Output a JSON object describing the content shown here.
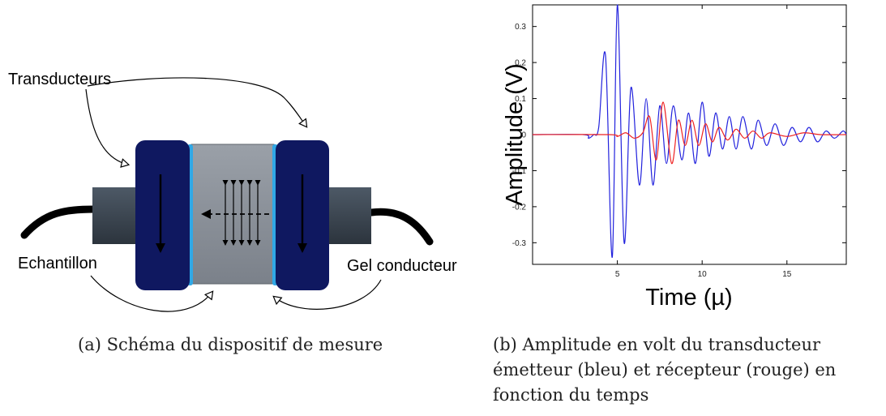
{
  "figure": {
    "diagram": {
      "labels": {
        "transducteurs": "Transducteurs",
        "echantillon": "Echantillon",
        "gel": "Gel conducteur"
      },
      "colors": {
        "transducer": "#0f1860",
        "sample": "#8a9098",
        "gel": "#30a8e6",
        "cable_housing": "#3a4450"
      }
    },
    "chart_data": {
      "type": "line",
      "title": "",
      "xlabel": "Time (µ)",
      "ylabel": "Amplitude (V)",
      "xlim": [
        0,
        18.5
      ],
      "ylim": [
        -0.36,
        0.36
      ],
      "x_ticks": [
        5,
        10,
        15
      ],
      "y_ticks": [
        0.3,
        0.2,
        0.1,
        0,
        -0.1,
        -0.2,
        -0.3
      ],
      "grid": false,
      "series": [
        {
          "name": "émetteur (bleu)",
          "color": "#2222dd",
          "x": [
            0.0,
            3.0,
            3.3,
            3.6,
            3.9,
            4.3,
            4.7,
            5.0,
            5.4,
            5.8,
            6.3,
            6.7,
            7.1,
            7.5,
            7.9,
            8.3,
            8.8,
            9.2,
            9.6,
            10.0,
            10.4,
            10.8,
            11.2,
            11.6,
            12.0,
            12.4,
            12.9,
            13.3,
            13.8,
            14.3,
            14.8,
            15.3,
            15.8,
            16.3,
            16.8,
            17.3,
            17.8,
            18.3,
            18.5
          ],
          "y": [
            0.0,
            0.0,
            -0.01,
            0.0,
            0.02,
            0.22,
            -0.34,
            0.36,
            -0.3,
            0.13,
            -0.14,
            0.1,
            -0.14,
            0.08,
            -0.08,
            0.08,
            -0.07,
            0.06,
            -0.08,
            0.09,
            -0.06,
            0.06,
            -0.04,
            0.05,
            -0.04,
            0.05,
            -0.04,
            0.04,
            -0.03,
            0.03,
            -0.03,
            0.02,
            -0.02,
            0.02,
            -0.02,
            0.01,
            -0.01,
            0.01,
            0.0
          ]
        },
        {
          "name": "récepteur (rouge)",
          "color": "#ee2222",
          "x": [
            0.0,
            4.5,
            5.0,
            5.5,
            6.0,
            6.5,
            6.9,
            7.3,
            7.7,
            8.2,
            8.6,
            9.0,
            9.4,
            9.8,
            10.2,
            10.6,
            11.0,
            11.5,
            12.0,
            12.5,
            13.0,
            13.5,
            14.0,
            15.0,
            16.0,
            17.0,
            18.5
          ],
          "y": [
            0.0,
            0.0,
            -0.005,
            0.005,
            -0.01,
            0.005,
            0.05,
            -0.07,
            0.09,
            -0.08,
            0.04,
            -0.03,
            0.04,
            -0.03,
            0.03,
            -0.02,
            0.02,
            -0.015,
            0.015,
            -0.01,
            0.01,
            -0.01,
            0.005,
            -0.005,
            0.005,
            0.0,
            0.0
          ]
        }
      ]
    },
    "captions": {
      "a": "(a) Schéma du dispositif de mesure",
      "b": "(b) Amplitude en volt du transducteur émetteur (bleu) et récepteur (rouge) en fonction du temps"
    }
  }
}
